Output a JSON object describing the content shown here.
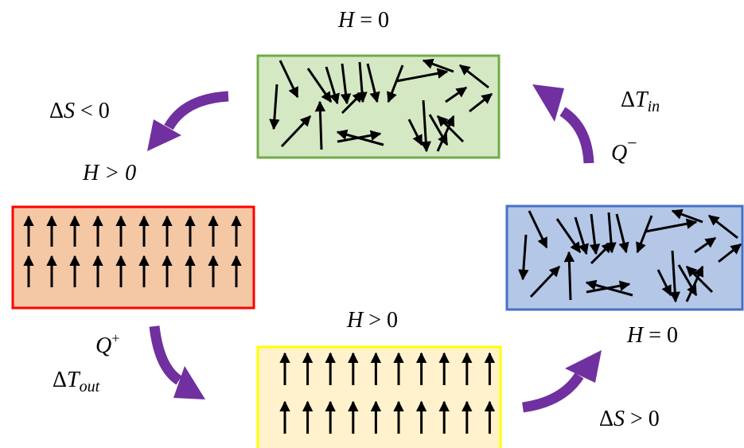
{
  "labels": {
    "top_field": "H = 0",
    "right_field": "H = 0",
    "left_field": "H > 0",
    "bottom_field": "H > 0",
    "entropy_decrease": "ΔS < 0",
    "entropy_increase": "ΔS > 0",
    "heat_in": "Q",
    "heat_in_sign": "−",
    "heat_out": "Q",
    "heat_out_sign": "+",
    "temp_in": "ΔT",
    "temp_in_sub": "in",
    "temp_out": "ΔT",
    "temp_out_sub": "out"
  },
  "colors": {
    "top_box_fill": "#d5e8c4",
    "top_box_border": "#70ad47",
    "right_box_fill": "#b4c7e7",
    "right_box_border": "#4472c4",
    "left_box_fill": "#f4c7a5",
    "left_box_border": "#ff0000",
    "bottom_box_fill": "#fff2cc",
    "bottom_box_border": "#ffff00",
    "cycle_arrow": "#7030a0",
    "spin_arrow": "#000000"
  }
}
